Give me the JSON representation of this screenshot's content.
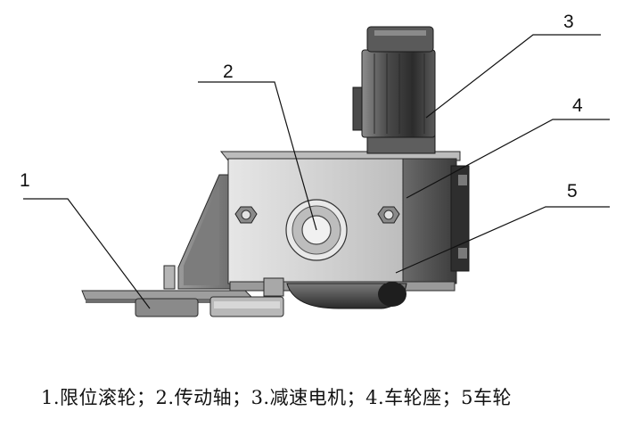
{
  "callouts": [
    {
      "number": "1",
      "part": "限位滚轮"
    },
    {
      "number": "2",
      "part": "传动轴"
    },
    {
      "number": "3",
      "part": "减速电机"
    },
    {
      "number": "4",
      "part": "车轮座"
    },
    {
      "number": "5",
      "part": "车轮"
    }
  ],
  "caption": "1.限位滚轮；2.传动轴；3.减速电机；4.车轮座；5车轮",
  "colors": {
    "line": "#111111",
    "body_light": "#d9d9d9",
    "body_mid": "#a9a9a9",
    "body_dark": "#5a5a5a",
    "motor": "#3a3a3a"
  }
}
